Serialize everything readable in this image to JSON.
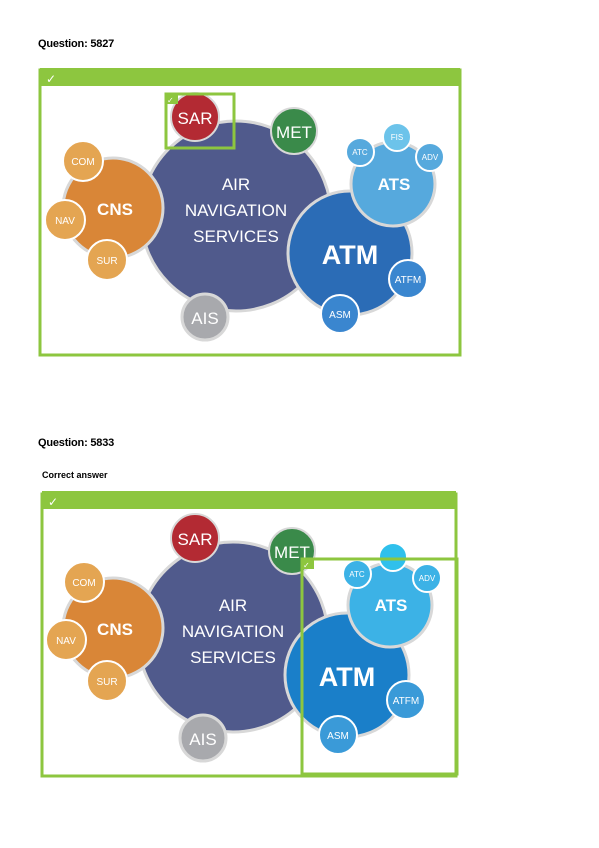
{
  "questions": [
    {
      "title": "Question: 5827",
      "subtitle": "",
      "check": "✓"
    },
    {
      "title": "Question: 5833",
      "subtitle": "Correct answer",
      "check": "✓"
    }
  ],
  "diagram": {
    "center": [
      "AIR",
      "NAVIGATION",
      "SERVICES"
    ],
    "cns": "CNS",
    "com": "COM",
    "nav": "NAV",
    "sur": "SUR",
    "sar": "SAR",
    "met": "MET",
    "ais": "AIS",
    "atm": "ATM",
    "ats": "ATS",
    "atc": "ATC",
    "fis": "FIS",
    "adv": "ADV",
    "atfm": "ATFM",
    "asm": "ASM"
  },
  "colors": {
    "frame_green": "#8dc63f",
    "center_blue": "#505a8c",
    "cns_orange": "#d98637",
    "cns_sub": "#e4a552",
    "sar_red": "#b32a33",
    "met_green": "#3a8a4a",
    "ais_gray": "#a8a9ad",
    "atm_blue": "#2b6cb6",
    "atm_blue_selected": "#1a7fc9",
    "ats_blue": "#56a9dd",
    "ats_blue_selected": "#3cb2e6"
  }
}
